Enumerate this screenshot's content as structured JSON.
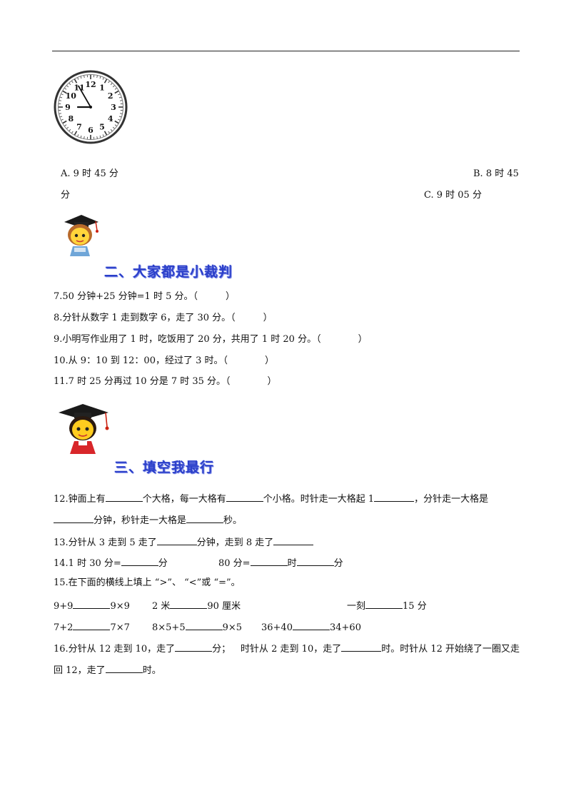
{
  "clock": {
    "numerals": [
      "12",
      "1",
      "2",
      "3",
      "4",
      "5",
      "6",
      "7",
      "8",
      "9",
      "10",
      "11"
    ],
    "hour_hand_angle_deg": 270,
    "minute_hand_angle_deg": 330
  },
  "options": {
    "a": "A. 9 时 45 分",
    "b_part1": "B. 8 时 45",
    "b_part2": "分",
    "c": "C. 9 时 05 分"
  },
  "section2": {
    "title": "二、大家都是小裁判",
    "items": [
      "7.50 分钟+25 分钟=1 时 5 分。（　　　）",
      "8.分针从数字 1 走到数字 6，走了 30 分。（　　　）",
      "9.小明写作业用了 1 时，吃饭用了 20 分，共用了 1 时 20 分。（　　　　）",
      "10.从 9：10 到 12：00，经过了 3 时。（　　　　）",
      "11.7 时 25 分再过 10 分是 7 时 35 分。（　　　　）"
    ]
  },
  "section3": {
    "title": "三、填空我最行",
    "q12": {
      "p1": "12.钟面上有",
      "p2": "个大格，每一大格有",
      "p3": "个小格。时针走一大格起 1",
      "p4": "，分针走一大格是",
      "p5": "分钟，秒针走一大格是",
      "p6": "秒。"
    },
    "q13": {
      "p1": "13.分针从 3 走到 5 走了",
      "p2": "分钟，走到 8 走了"
    },
    "q14": {
      "p1": "14.1 时 30 分=",
      "p2": "分",
      "p3": "80 分=",
      "p4": "时",
      "p5": "分"
    },
    "q15": {
      "intro": "15.在下面的横线上填上 “>”、 “<”或 “=”。",
      "r1a": "9+9",
      "r1b": "9×9",
      "r1c": "2 米",
      "r1d": "90 厘米",
      "r1e": "一刻",
      "r1f": "15 分",
      "r2a": "7+2",
      "r2b": "7×7",
      "r2c": "8×5+5",
      "r2d": "9×5",
      "r2e": "36+40",
      "r2f": "34+60"
    },
    "q16": {
      "p1": "16.分针从 12 走到 10，走了",
      "p2": "分；",
      "p3": "时针从 2 走到 10，走了",
      "p4": "时。时针从 12 开始绕了一圈又走",
      "p5": "回 12，走了",
      "p6": "时。"
    }
  }
}
